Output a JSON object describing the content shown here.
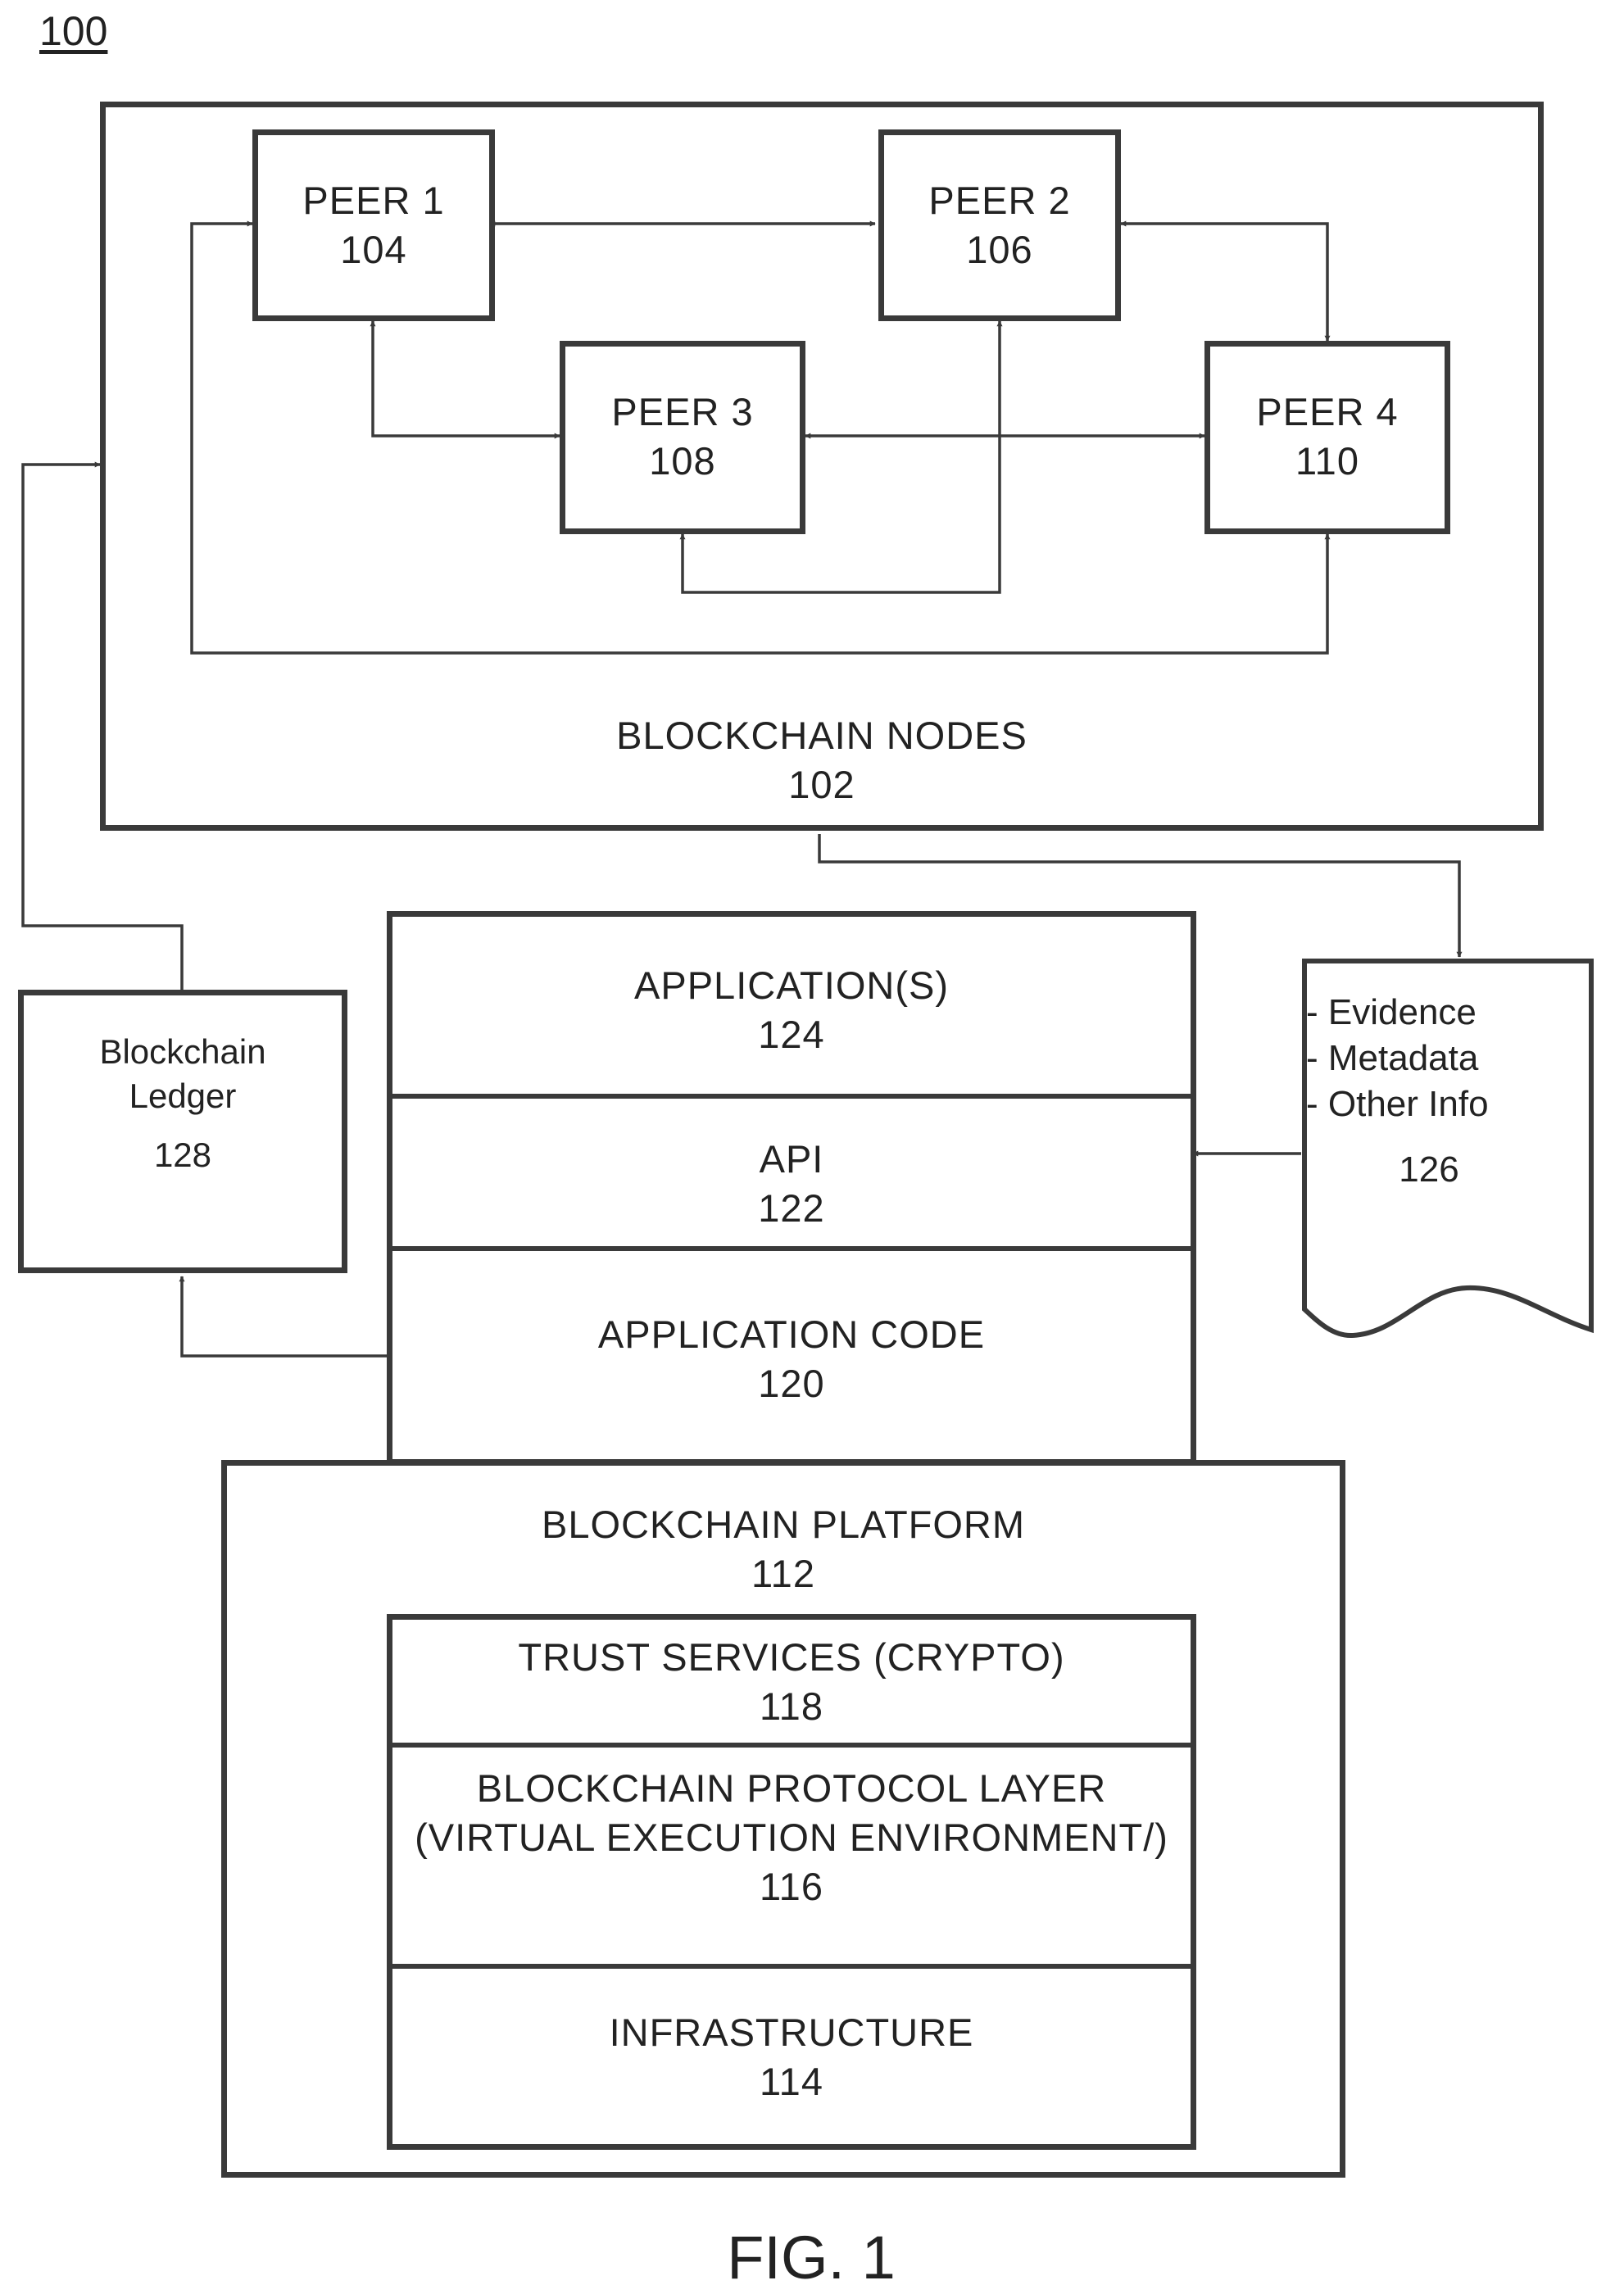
{
  "figure": {
    "reference": "100",
    "caption": "FIG. 1"
  },
  "blockchain_nodes": {
    "title": "BLOCKCHAIN NODES",
    "ref": "102",
    "peers": [
      {
        "name": "PEER 1",
        "ref": "104"
      },
      {
        "name": "PEER 2",
        "ref": "106"
      },
      {
        "name": "PEER 3",
        "ref": "108"
      },
      {
        "name": "PEER 4",
        "ref": "110"
      }
    ]
  },
  "application_stack": {
    "layers": [
      {
        "name": "APPLICATION(S)",
        "ref": "124"
      },
      {
        "name": "API",
        "ref": "122"
      },
      {
        "name": "APPLICATION CODE",
        "ref": "120"
      }
    ]
  },
  "blockchain_platform": {
    "title": "BLOCKCHAIN PLATFORM",
    "ref": "112",
    "layers": [
      {
        "name": "TRUST SERVICES (CRYPTO)",
        "ref": "118"
      },
      {
        "line1": "BLOCKCHAIN PROTOCOL LAYER",
        "line2": "(VIRTUAL EXECUTION ENVIRONMENT/)",
        "ref": "116"
      },
      {
        "name": "INFRASTRUCTURE",
        "ref": "114"
      }
    ]
  },
  "ledger": {
    "line1": "Blockchain",
    "line2": "Ledger",
    "ref": "128"
  },
  "document": {
    "items": [
      "- Evidence",
      "- Metadata",
      "- Other Info"
    ],
    "ref": "126"
  },
  "colors": {
    "stroke": "#3a3a3a",
    "text": "#222222",
    "background": "#ffffff"
  }
}
